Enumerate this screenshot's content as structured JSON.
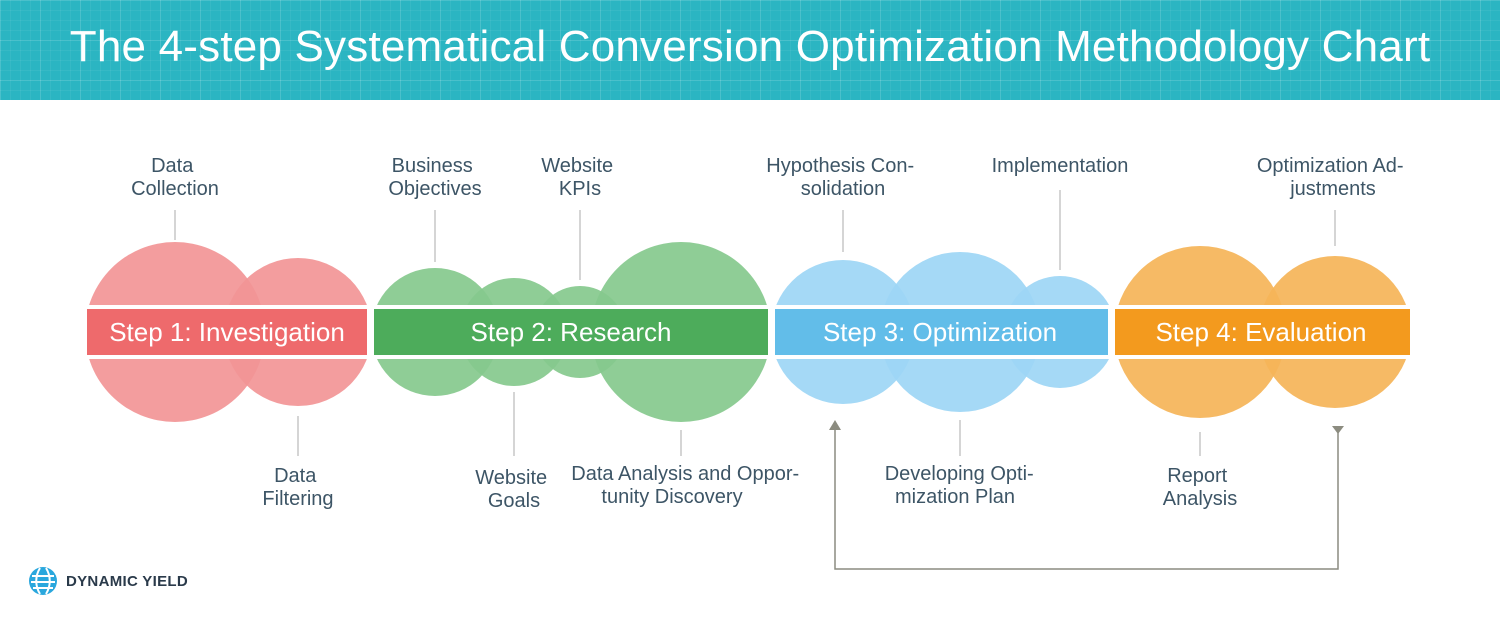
{
  "title": "The 4-step Systematical Conversion Optimization Methodology Chart",
  "colors": {
    "header": "#2bb5c2",
    "step1": "#ee6a6c",
    "step1_light": "#f29596",
    "step2": "#4dac5b",
    "step2_light": "#85c98d",
    "step3": "#62bde9",
    "step3_light": "#9dd6f5",
    "step4": "#f39a1e",
    "step4_light": "#f5b458",
    "text": "#3d5566",
    "arrow": "#8c8c80"
  },
  "steps": [
    {
      "label": "Step 1: Investigation"
    },
    {
      "label": "Step 2: Research"
    },
    {
      "label": "Step 3: Optimization"
    },
    {
      "label": "Step 4: Evaluation"
    }
  ],
  "labels": {
    "data_collection": [
      "Data",
      "Collection"
    ],
    "data_filtering": [
      "Data",
      "Filtering"
    ],
    "business_objectives": [
      "Business",
      "Objectives"
    ],
    "website_goals": [
      "Website",
      "Goals"
    ],
    "website_kpis": [
      "Website",
      "KPIs"
    ],
    "data_analysis": [
      "Data Analysis and Oppor-",
      "tunity Discovery"
    ],
    "hypothesis": [
      "Hypothesis Con-",
      "solidation"
    ],
    "developing_plan": [
      "Developing Opti-",
      "mization Plan"
    ],
    "implementation": [
      "Implementation"
    ],
    "report_analysis": [
      "Report",
      "Analysis"
    ],
    "optimization_adjustments": [
      "Optimization Ad-",
      "justments"
    ]
  },
  "brand": {
    "name": "DYNAMIC YIELD",
    "icon": "globe-logo-icon"
  }
}
